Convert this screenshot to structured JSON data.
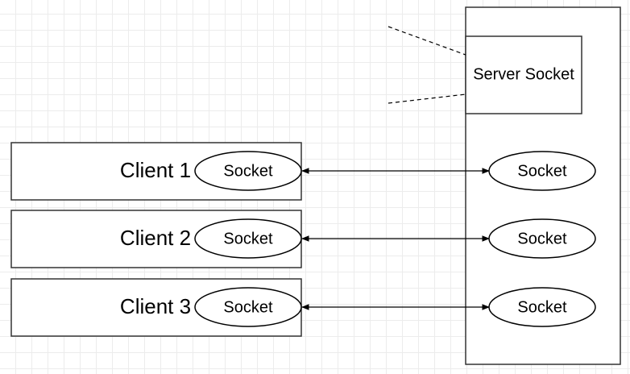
{
  "diagram": {
    "server": {
      "socket_label": "Server Socket"
    },
    "clients": [
      {
        "label": "Client 1",
        "socket_label": "Socket",
        "server_socket_label": "Socket"
      },
      {
        "label": "Client 2",
        "socket_label": "Socket",
        "server_socket_label": "Socket"
      },
      {
        "label": "Client 3",
        "socket_label": "Socket",
        "server_socket_label": "Socket"
      }
    ]
  }
}
